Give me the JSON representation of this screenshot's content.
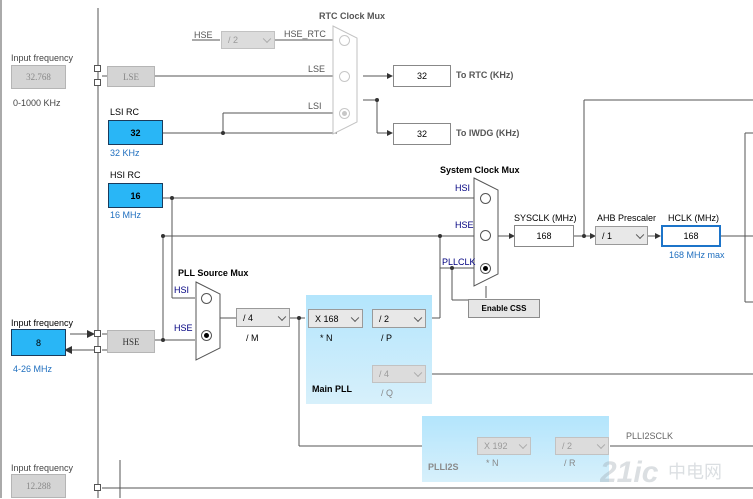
{
  "left": {
    "input_freq_label": "Input frequency",
    "lse_input_value": "32.768",
    "lse_range": "0-1000 KHz",
    "hse_input_label": "Input frequency",
    "hse_input_value": "8",
    "hse_range": "4-26 MHz",
    "i2s_input_label": "Input frequency",
    "i2s_input_value": "12.288"
  },
  "sources": {
    "lse_label": "LSE",
    "lsi_title": "LSI RC",
    "lsi_value": "32",
    "lsi_unit": "32 KHz",
    "hsi_title": "HSI RC",
    "hsi_value": "16",
    "hsi_unit": "16 MHz",
    "hse_label": "HSE"
  },
  "rtc": {
    "title": "RTC Clock Mux",
    "hse_label": "HSE",
    "hse_div": "/ 2",
    "hse_rtc": "HSE_RTC",
    "lse": "LSE",
    "lsi": "LSI",
    "rtc_value": "32",
    "rtc_dest": "To RTC (KHz)",
    "iwdg_value": "32",
    "iwdg_dest": "To IWDG (KHz)"
  },
  "sysmux": {
    "title": "System Clock Mux",
    "hsi": "HSI",
    "hse": "HSE",
    "pllclk": "PLLCLK",
    "css_button": "Enable CSS"
  },
  "sysclk": {
    "label": "SYSCLK (MHz)",
    "value": "168"
  },
  "ahb": {
    "label": "AHB Prescaler",
    "value": "/ 1"
  },
  "hclk": {
    "label": "HCLK (MHz)",
    "value": "168",
    "max": "168 MHz max"
  },
  "pllsrc": {
    "title": "PLL Source Mux",
    "hsi": "HSI",
    "hse": "HSE"
  },
  "m": {
    "value": "/ 4",
    "label": "/ M"
  },
  "mainpll": {
    "title": "Main PLL",
    "n_value": "X 168",
    "n_label": "* N",
    "p_value": "/ 2",
    "p_label": "/ P",
    "q_value": "/ 4",
    "q_label": "/ Q"
  },
  "plli2s": {
    "title": "PLLI2S",
    "n_value": "X 192",
    "n_label": "* N",
    "r_value": "/ 2",
    "r_label": "/ R",
    "out_label": "PLLI2SCLK"
  },
  "watermark": {
    "text": "中电网"
  },
  "colors": {
    "source_blue": "#29b6f6",
    "panel_blue": "#b3e5fc",
    "hclk_border": "#1c74c9",
    "link_blue": "#1f6fbf"
  },
  "icons": [
    "dropdown-chevron-icon",
    "radio-button-icon",
    "arrow-icon"
  ]
}
